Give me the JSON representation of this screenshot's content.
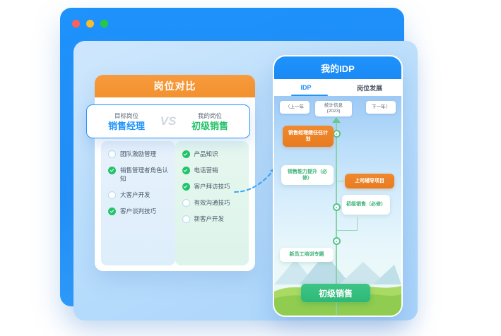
{
  "browser": {
    "dots": [
      "close-red",
      "minimize-yellow",
      "maximize-green"
    ]
  },
  "compare_card": {
    "header_title": "岗位对比",
    "vs": {
      "target_label": "目标岗位",
      "target_value": "销售经理",
      "divider": "VS",
      "mine_label": "我的岗位",
      "mine_value": "初级销售"
    },
    "left_column": [
      {
        "label": "团队激励管理",
        "checked": false
      },
      {
        "label": "销售管理者角色认知",
        "checked": true
      },
      {
        "label": "大客户开发",
        "checked": false
      },
      {
        "label": "客户谈判技巧",
        "checked": true
      }
    ],
    "right_column": [
      {
        "label": "产品知识",
        "checked": true
      },
      {
        "label": "电话营销",
        "checked": true
      },
      {
        "label": "客户拜访技巧",
        "checked": true
      },
      {
        "label": "有效沟通技巧",
        "checked": false
      },
      {
        "label": "新客户开发",
        "checked": false
      }
    ]
  },
  "phone": {
    "title": "我的IDP",
    "tabs": [
      {
        "label": "IDP",
        "active": true
      },
      {
        "label": "岗位发展",
        "active": false
      }
    ],
    "year_nav": {
      "prev": "〈上一年",
      "current_label": "统计信息",
      "current_year": "(2023)",
      "next": "下一年〉"
    },
    "timeline": [
      {
        "label": "销售经理继任任计划",
        "style": "orange"
      },
      {
        "label": "销售能力提升（必修）",
        "style": "white"
      },
      {
        "label": "上司辅导项目",
        "style": "orange"
      },
      {
        "label": "初级销售（必修）",
        "style": "white"
      },
      {
        "label": "新员工培训专题",
        "style": "white"
      }
    ],
    "current_level_badge": "初级销售"
  },
  "colors": {
    "brand_blue": "#1f93fb",
    "orange": "#f0892e",
    "green": "#22c36a",
    "hill_green": "#9ed45f"
  }
}
